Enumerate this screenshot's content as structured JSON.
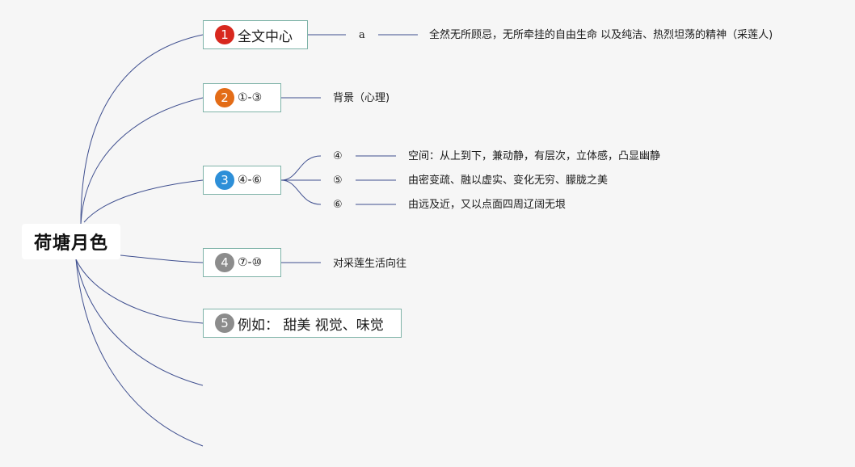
{
  "root": {
    "title": "荷塘月色"
  },
  "topics": [
    {
      "number": "1",
      "label": "全文中心",
      "color": "#d8281e",
      "children": [
        {
          "label": "a",
          "children": [
            {
              "label": "全然无所顾忌，无所牵挂的自由生命 以及纯洁、热烈坦荡的精神（采莲人)"
            }
          ]
        }
      ]
    },
    {
      "number": "2",
      "label": "①-③",
      "color": "#e36c17",
      "children": [
        {
          "label": "背景（心理)"
        }
      ]
    },
    {
      "number": "3",
      "label": "④-⑥",
      "color": "#2d8fd8",
      "children": [
        {
          "label": "④",
          "children": [
            {
              "label": "空间：从上到下，兼动静，有层次，立体感，凸显幽静"
            }
          ]
        },
        {
          "label": "⑤",
          "children": [
            {
              "label": "由密变疏、融以虚实、变化无穷、朦胧之美"
            }
          ]
        },
        {
          "label": "⑥",
          "children": [
            {
              "label": "由远及近，又以点面四周辽阔无垠"
            }
          ]
        }
      ]
    },
    {
      "number": "4",
      "label": "⑦-⑩",
      "color": "#8c8c8c",
      "children": [
        {
          "label": "对采莲生活向往"
        }
      ]
    },
    {
      "number": "5",
      "label": "例如： 甜美 视觉、味觉",
      "color": "#8c8c8c",
      "children": []
    }
  ],
  "colors": {
    "connector": "#3f4f8f",
    "topic_border": "#7fb3a8",
    "background": "#f6f6f6"
  }
}
